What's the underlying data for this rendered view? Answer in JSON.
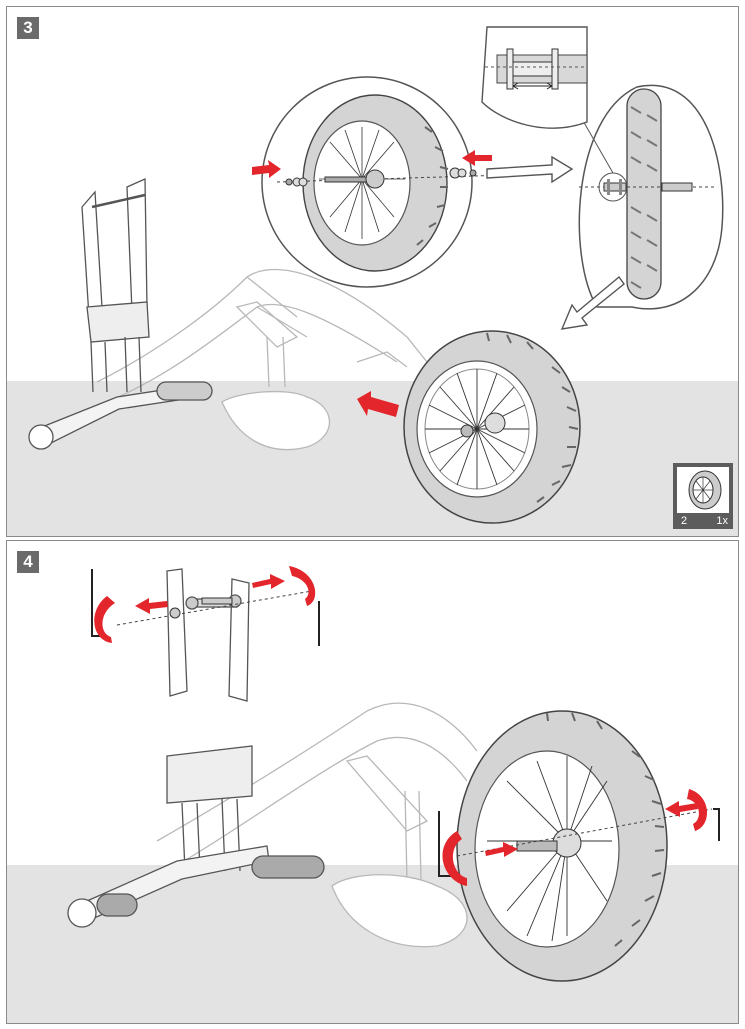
{
  "steps": [
    {
      "number": "3"
    },
    {
      "number": "4"
    }
  ],
  "parts_box": {
    "item_number": "2",
    "quantity": "1x",
    "icon": "wheel-icon"
  },
  "colors": {
    "arrow": "#e3262b",
    "outline": "#555555",
    "floor": "#e3e3e3",
    "badge": "#6a6a6a"
  }
}
